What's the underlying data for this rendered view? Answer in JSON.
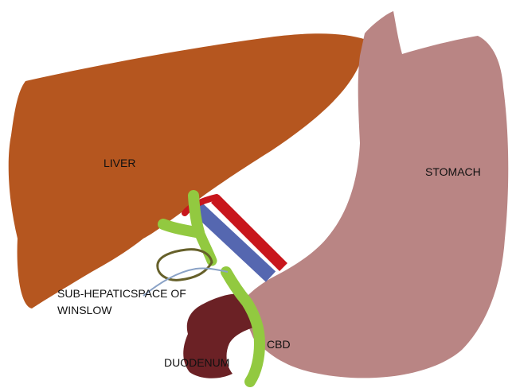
{
  "labels": {
    "liver": "LIVER",
    "stomach": "STOMACH",
    "subhepatic_line1": "SUB-HEPATICSPACE OF",
    "subhepatic_line2": "WINSLOW",
    "cbd": "CBD",
    "duodenum": "DUODENUM"
  },
  "colors": {
    "liver": "#b5561f",
    "stomach": "#b98584",
    "duodenum": "#6b2125",
    "bile_duct": "#92c940",
    "artery": "#c8161c",
    "vein": "#5567b0",
    "loop": "#66602a",
    "thin_line": "#8aa2c6"
  }
}
